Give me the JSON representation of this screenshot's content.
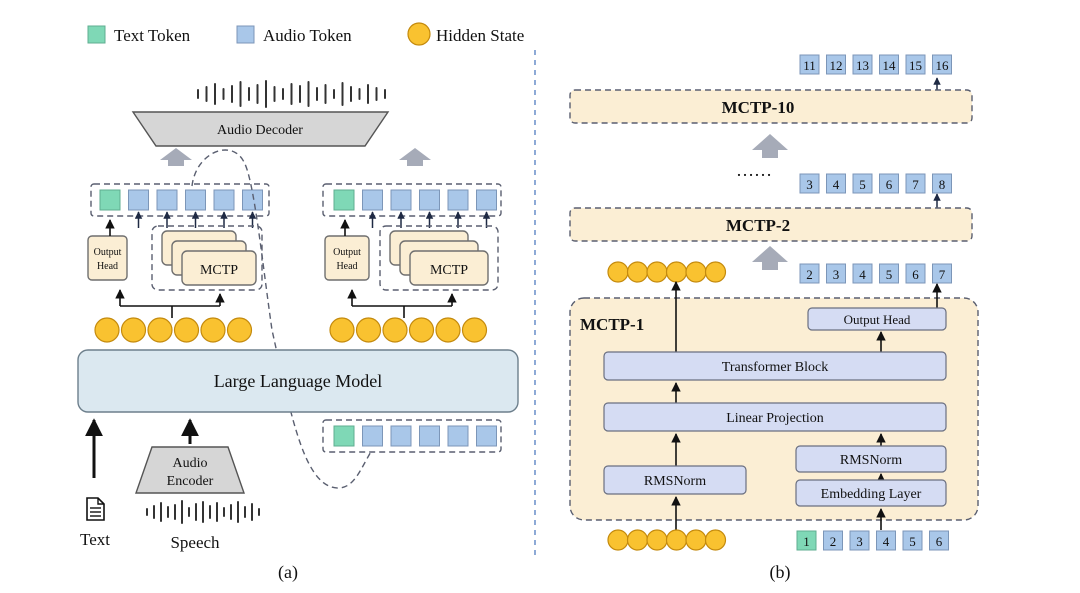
{
  "legend": {
    "text_token": "Text Token",
    "audio_token": "Audio Token",
    "hidden_state": "Hidden State"
  },
  "colors": {
    "text_token": "#7fd8b6",
    "audio_token": "#a9c7e9",
    "hidden_state": "#f9c230",
    "cream": "#fbeed4",
    "module_blue": "#d5dcf3",
    "llm": "#dbe8f0"
  },
  "panel_a": {
    "audio_decoder": "Audio Decoder",
    "output_head_line1": "Output",
    "output_head_line2": "Head",
    "mctp": "MCTP",
    "llm": "Large Language Model",
    "audio_encoder_line1": "Audio",
    "audio_encoder_line2": "Encoder",
    "text_label": "Text",
    "speech_label": "Speech",
    "caption": "(a)",
    "icons": [
      "waveform-icon",
      "document-icon"
    ]
  },
  "panel_b": {
    "mctp10": "MCTP-10",
    "mctp2": "MCTP-2",
    "mctp1": "MCTP-1",
    "ellipsis": "……",
    "output_head": "Output Head",
    "transformer_block": "Transformer Block",
    "linear_projection": "Linear Projection",
    "rmsnorm_left": "RMSNorm",
    "rmsnorm_right": "RMSNorm",
    "embedding_layer": "Embedding Layer",
    "tokens_top": [
      "11",
      "12",
      "13",
      "14",
      "15",
      "16"
    ],
    "tokens_mid": [
      "3",
      "4",
      "5",
      "6",
      "7",
      "8"
    ],
    "tokens_low": [
      "2",
      "3",
      "4",
      "5",
      "6",
      "7"
    ],
    "tokens_input": [
      "1",
      "2",
      "3",
      "4",
      "5",
      "6"
    ],
    "caption": "(b)"
  }
}
